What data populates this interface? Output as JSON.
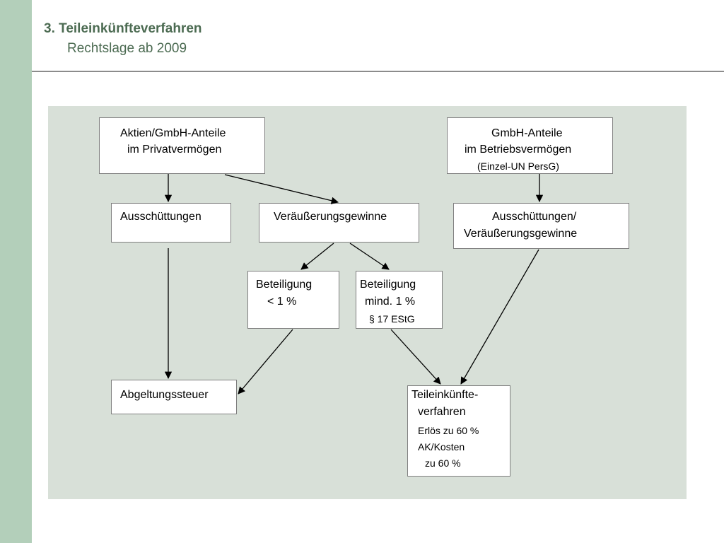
{
  "slide": {
    "title": "3. Teileinkünfteverfahren",
    "subtitle": "Rechtslage ab 2009"
  },
  "boxes": {
    "aktien_privat": {
      "line1": "Aktien/GmbH-Anteile",
      "line2": "im Privatvermögen"
    },
    "gmbh_betrieb": {
      "line1": "GmbH-Anteile",
      "line2": "im Betriebsvermögen",
      "line3": "(Einzel-UN PersG)"
    },
    "ausschuettungen": {
      "line1": "Ausschüttungen"
    },
    "veraeusserungsgewinne": {
      "line1": "Veräußerungsgewinne"
    },
    "ausschuettungen_veraeusserung": {
      "line1": "Ausschüttungen/",
      "line2": "Veräußerungsgewinne"
    },
    "beteiligung_unter": {
      "line1": "Beteiligung",
      "line2": "< 1 %"
    },
    "beteiligung_mind": {
      "line1": "Beteiligung",
      "line2": "mind. 1 %",
      "line3": "§ 17 EStG"
    },
    "abgeltungssteuer": {
      "line1": "Abgeltungssteuer"
    },
    "teileinkuenfte": {
      "line1": "Teileinkünfte-",
      "line2": "verfahren",
      "line3": "Erlös zu 60 %",
      "line4": "AK/Kosten",
      "line5": "zu 60 %"
    }
  },
  "colors": {
    "side_strip": "#b3cfba",
    "title": "#4c6b52",
    "panel": "#d8e0d8",
    "rule": "#8c8c8c"
  }
}
